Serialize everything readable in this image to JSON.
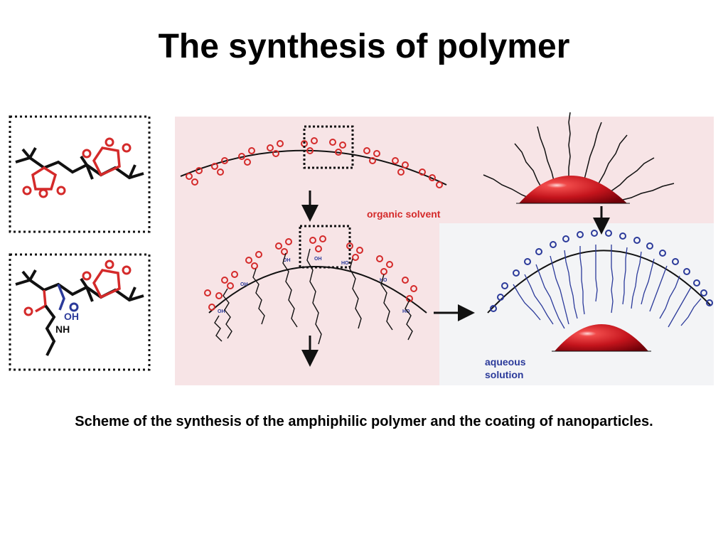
{
  "slide": {
    "title": "The synthesis of polymer",
    "caption": "Scheme of the synthesis of the amphiphilic polymer and the coating of nanoparticles."
  },
  "diagram": {
    "labels": {
      "organic_solvent": "organic solvent",
      "aqueous": "aqueous",
      "solution": "solution",
      "oh": "OH",
      "nh": "NH",
      "ho": "HO"
    },
    "colors": {
      "background_pink": "#f7e4e6",
      "background_grey": "#f3f4f6",
      "anhydride_red": "#d42a2a",
      "amide_blue": "#2b3a9a",
      "label_red": "#d42a2a",
      "label_blue": "#2b3a9a",
      "nanoparticle_red": "#c4141c"
    }
  }
}
